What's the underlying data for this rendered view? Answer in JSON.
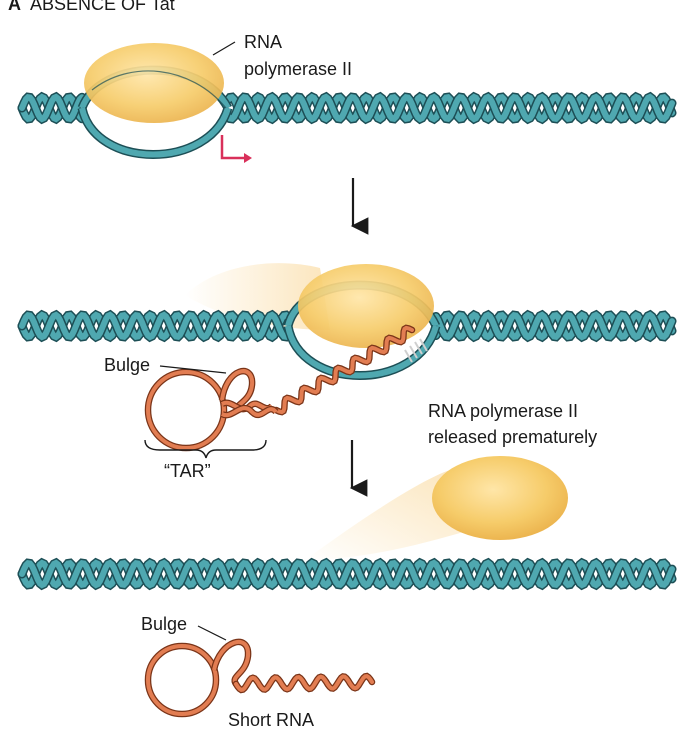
{
  "panel": {
    "letter": "A",
    "title": "ABSENCE OF Tat"
  },
  "labels": {
    "rna_pol_line1": "RNA",
    "rna_pol_line2": "polymerase II",
    "bulge_mid": "Bulge",
    "tar": "“TAR”",
    "released_line1": "RNA polymerase II",
    "released_line2": "released prematurely",
    "bulge_bottom": "Bulge",
    "short_rna": "Short RNA"
  },
  "colors": {
    "dna": "#4fa8b0",
    "dna_edge": "#1d4f56",
    "polymerase": "#f3c35a",
    "rna": "#e27d52",
    "rna_edge": "#7a3418",
    "start_arrow": "#d9305a"
  }
}
